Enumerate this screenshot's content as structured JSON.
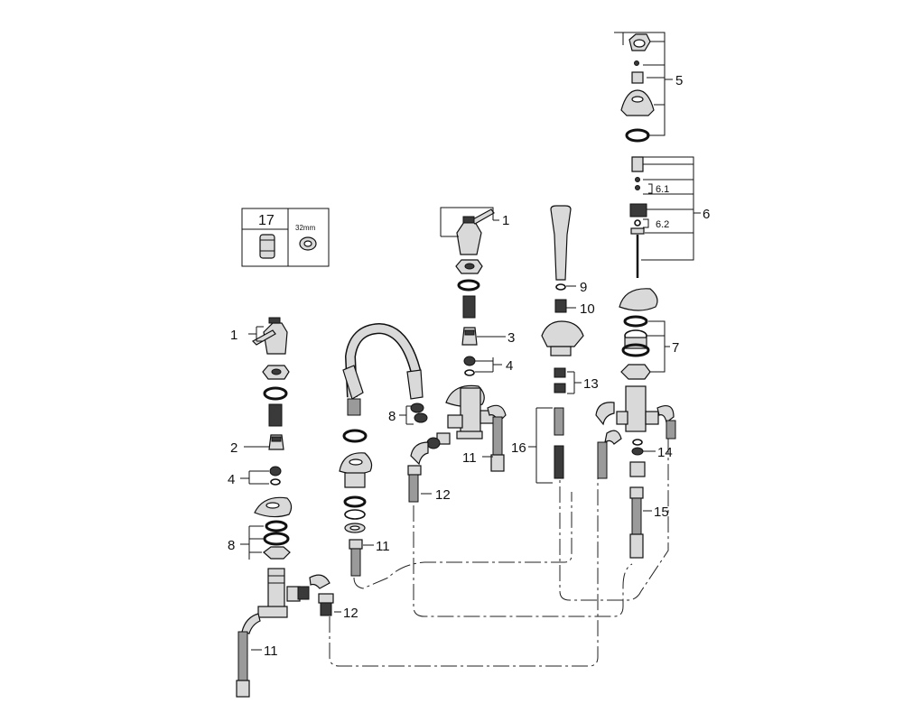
{
  "labels": {
    "n1": "1",
    "n2": "2",
    "n3": "3",
    "n4": "4",
    "n5": "5",
    "n6": "6",
    "n6_1": "6.1",
    "n6_2": "6.2",
    "n7": "7",
    "n8": "8",
    "n9": "9",
    "n10": "10",
    "n11": "11",
    "n12": "12",
    "n13": "13",
    "n14": "14",
    "n15": "15",
    "n16": "16",
    "n17": "17",
    "size_32mm": "32mm"
  }
}
